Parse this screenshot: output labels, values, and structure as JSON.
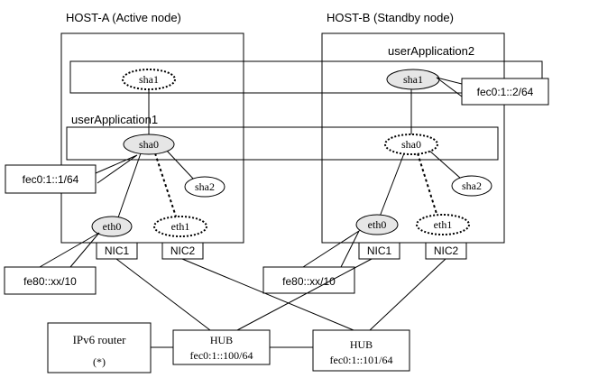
{
  "hosts": {
    "a": {
      "title": "HOST-A (Active node)"
    },
    "b": {
      "title": "HOST-B (Standby node)"
    }
  },
  "user_apps": {
    "app1": "userApplication1",
    "app2": "userApplication2"
  },
  "host_a": {
    "sha1": "sha1",
    "sha0": "sha0",
    "sha2": "sha2",
    "eth0": "eth0",
    "eth1": "eth1",
    "nic1": "NIC1",
    "nic2": "NIC2"
  },
  "host_b": {
    "sha1": "sha1",
    "sha0": "sha0",
    "sha2": "sha2",
    "eth0": "eth0",
    "eth1": "eth1",
    "nic1": "NIC1",
    "nic2": "NIC2"
  },
  "callouts": {
    "a_sha0_addr": "fec0:1::1/64",
    "a_eth0_addr": "fe80::xx/10",
    "b_sha1_addr": "fec0:1::2/64",
    "b_eth0_addr": "fe80::xx/10"
  },
  "router": {
    "label": "IPv6 router",
    "note": "(*)"
  },
  "hub1": {
    "label": "HUB",
    "addr": "fec0:1::100/64"
  },
  "hub2": {
    "label": "HUB",
    "addr": "fec0:1::101/64"
  }
}
